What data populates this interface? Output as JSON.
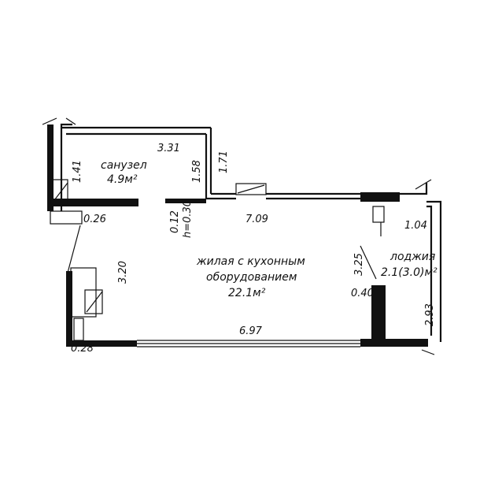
{
  "rooms": {
    "bathroom": {
      "name": "санузел",
      "area": "4.9м²"
    },
    "living": {
      "line1": "жилая с кухонным",
      "line2": "оборудованием",
      "area": "22.1м²"
    },
    "loggia": {
      "name": "лоджия",
      "area": "2.1(3.0)м²"
    }
  },
  "dimensions": {
    "d331": "3.31",
    "d141": "1.41",
    "d158": "1.58",
    "d171": "1.71",
    "d026": "0.26",
    "d012": "0.12",
    "dh030": "h=0.30",
    "d709": "7.09",
    "d104": "1.04",
    "d320": "3.20",
    "d325": "3.25",
    "d040": "0.40",
    "d293": "2.93",
    "d697": "6.97",
    "d028": "0.28"
  }
}
